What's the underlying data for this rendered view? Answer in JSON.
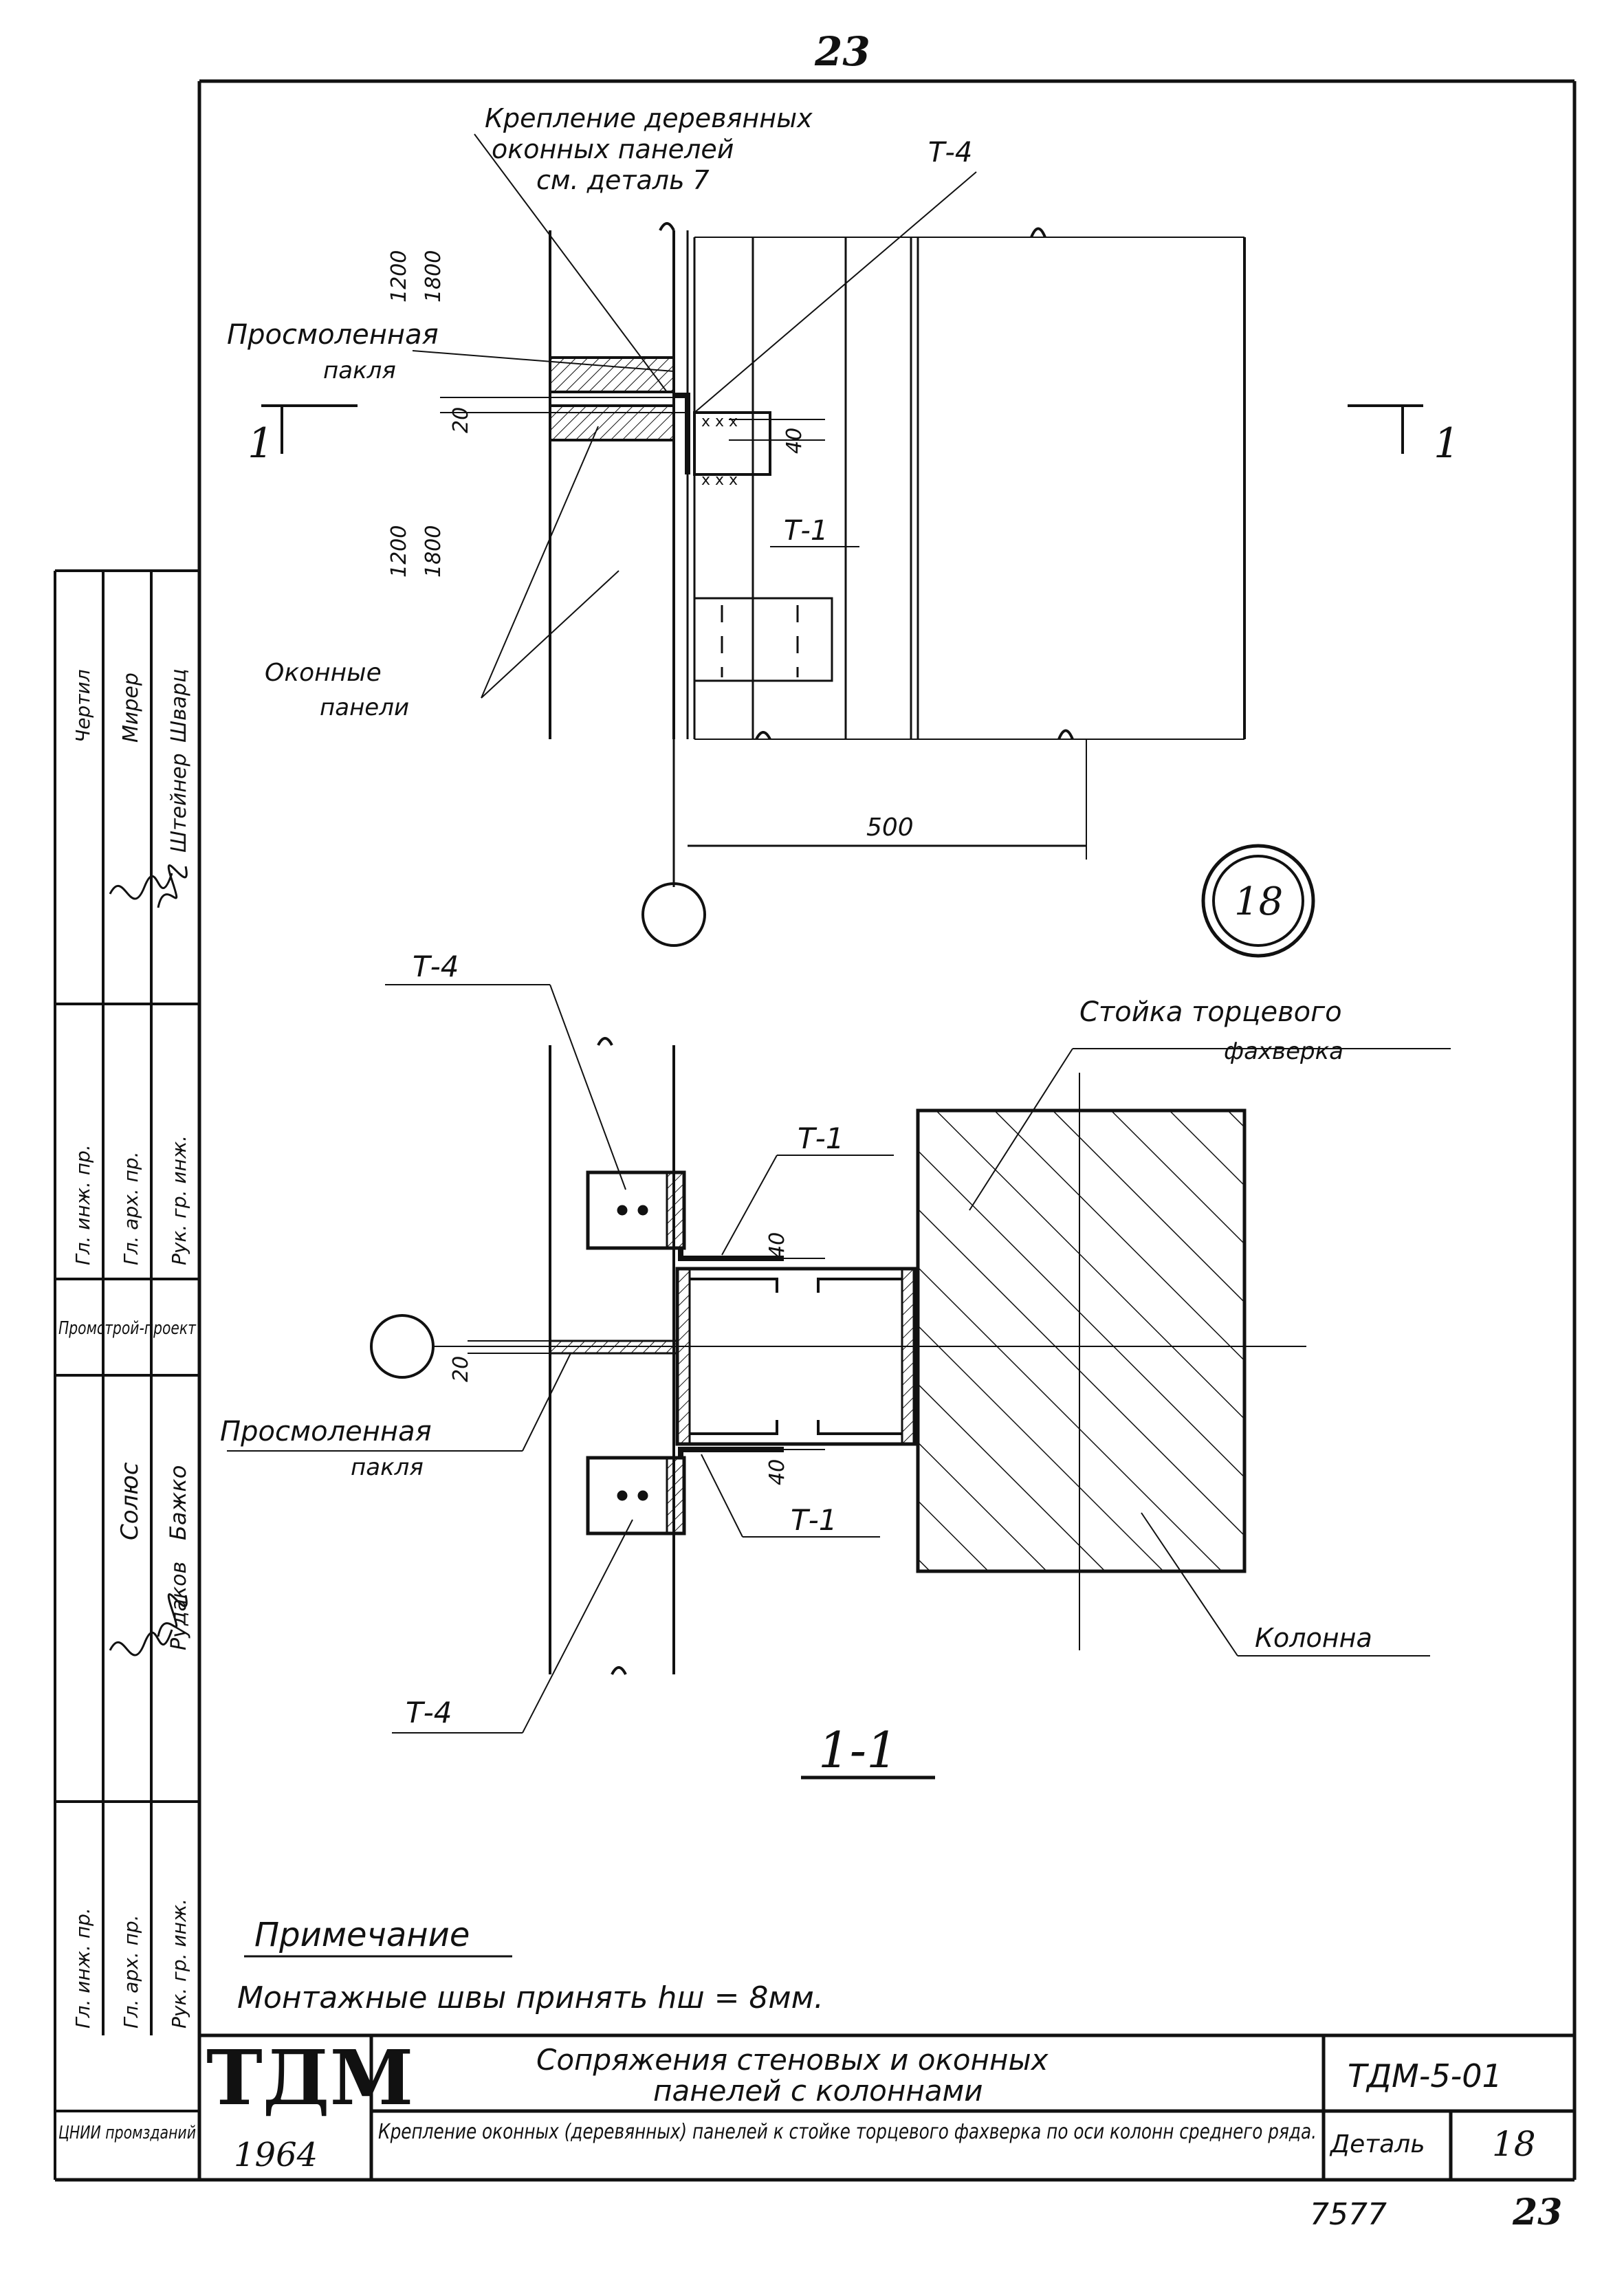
{
  "page_number_top": "23",
  "page_number_bottom": "23",
  "archive_number": "7577",
  "detail_top": {
    "note_fastening_line1": "Крепление деревянных",
    "note_fastening_line2": "оконных панелей",
    "note_fastening_ref": "Т-4",
    "note_fastening_line3": "см. деталь 7",
    "label_tow_line1": "Просмоленная",
    "label_tow_line2": "пакля",
    "label_panels_line1": "Оконные",
    "label_panels_line2": "панели",
    "label_t1": "Т-1",
    "dim_1200_top": "1200",
    "dim_1800_top": "1800",
    "dim_20": "20",
    "dim_40": "40",
    "dim_1200_bottom": "1200",
    "dim_1800_bottom": "1800",
    "dim_500": "500",
    "section_mark": "1"
  },
  "detail_mark": "18",
  "section_view": {
    "label_t4_top": "Т-4",
    "label_t4_bottom": "Т-4",
    "label_t1_top": "Т-1",
    "label_t1_bottom": "Т-1",
    "label_post_line1": "Стойка торцевого",
    "label_post_line2": "фахверка",
    "label_tow_line1": "Просмоленная",
    "label_tow_line2": "пакля",
    "label_column": "Колонна",
    "dim_20": "20",
    "dim_40_top": "40",
    "dim_40_bottom": "40",
    "section_title": "1-1"
  },
  "note": {
    "heading": "Примечание",
    "text": "Монтажные швы принять hш = 8мм."
  },
  "title_block": {
    "logo": "ТДМ",
    "year": "1964",
    "title_line1": "Сопряжения стеновых и оконных",
    "title_line2": "панелей с колоннами",
    "description": "Крепление оконных (деревянных) панелей к стойке торцевого фахверка по оси колонн среднего ряда.",
    "code": "ТДМ-5-01",
    "detail_label": "Деталь",
    "detail_number": "18"
  },
  "side_stamp": {
    "cells_group1": [
      "Чертил",
      "Мирер",
      "Шварц",
      "Штейнер"
    ],
    "cells_group2": [
      "Гл. инж. пр.",
      "Гл. арх. пр.",
      "Рук. гр. инж."
    ],
    "org": "Промстрой-проект",
    "cells_group3": [
      "Солюс",
      "Бажко",
      "Рудаков"
    ],
    "cells_group4": [
      "Гл. инж. пр.",
      "Гл. арх. пр.",
      "Рук. гр. инж."
    ],
    "bottom_org": "ЦНИИ промзданий"
  }
}
